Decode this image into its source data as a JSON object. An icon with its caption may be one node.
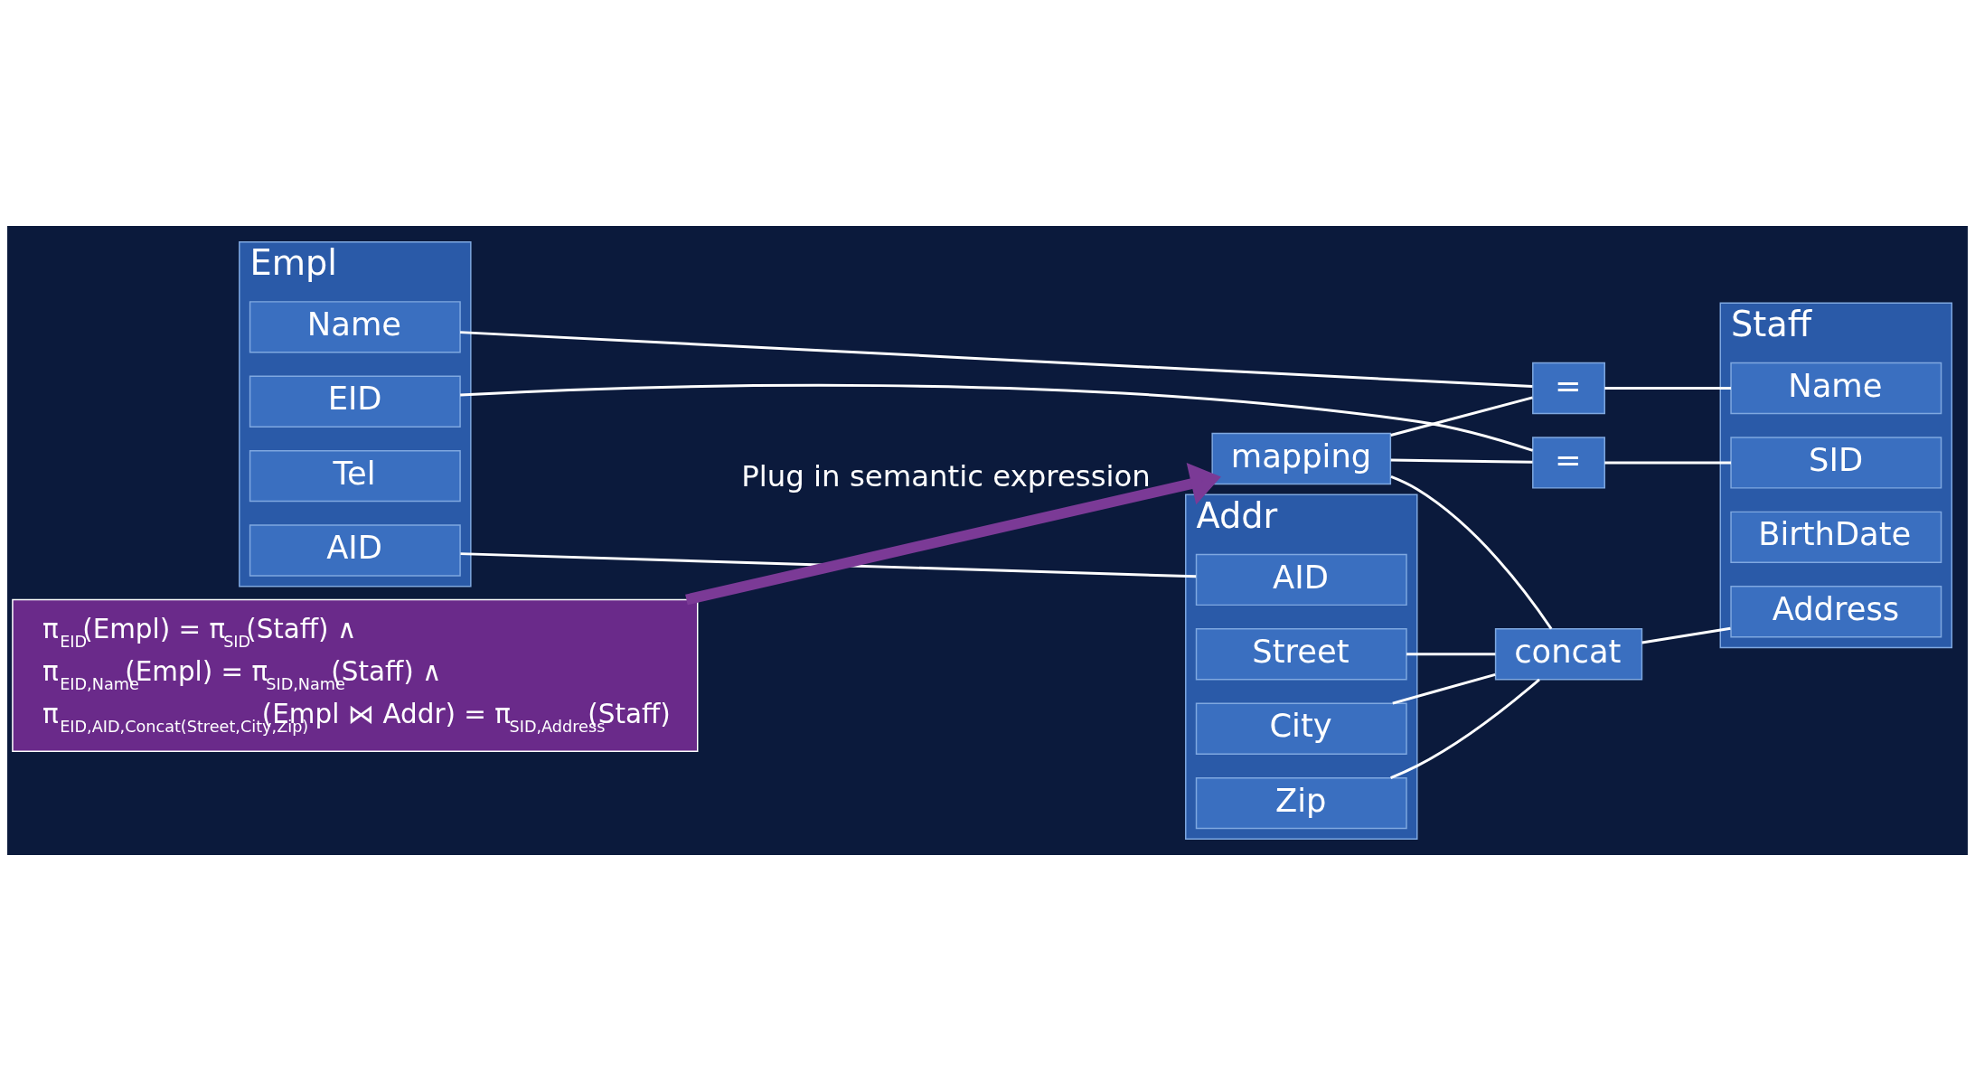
{
  "diagram": {
    "nodes": [
      {
        "text": [
          "Empl"
        ]
      },
      {
        "text": [
          "EID"
        ],
        "in": 0
      },
      {
        "text": [
          "Name"
        ],
        "in": 0
      },
      {
        "text": [
          "Tel"
        ],
        "in": 0
      },
      {
        "text": [
          "AID"
        ],
        "in": 0
      },
      {
        "text": [
          "Addr"
        ]
      },
      {
        "text": [
          "AID"
        ],
        "in": 5
      },
      {
        "text": [
          "Street"
        ],
        "in": 5
      },
      {
        "text": [
          "City"
        ],
        "in": 5
      },
      {
        "text": [
          "Zip"
        ],
        "in": 5
      },
      {
        "text": [
          "Staff"
        ]
      },
      {
        "text": [
          "SID"
        ],
        "in": 10
      },
      {
        "text": [
          "Name"
        ],
        "in": 10
      },
      {
        "text": [
          "BirthDate"
        ],
        "in": 10
      },
      {
        "text": [
          "Address"
        ],
        "in": 10
      },
      {
        "text": [
          "mapping"
        ]
      },
      {
        "text": [
          "="
        ]
      },
      {
        "text": [
          "="
        ]
      },
      {
        "text": [
          "concat"
        ]
      },
      {
        "text": [
          "π$_{EID}$(Empl) = π$_{SID}$(Staff) ∧",
          "π$_{EID,Name}$(Empl) = π$_{SID,Name}$(Staff) ∧",
          "π$_{EID,AID,Concat(Street,City,Zip)}$(Empl ⋈ Addr) = π$_{SID,Address}$(Staff)"
        ]
      }
    ],
    "edges": [
      {
        "from": 15,
        "to": 16,
        "arrow": "none"
      },
      {
        "from": 15,
        "to": 17,
        "arrow": "none"
      },
      {
        "from": 15,
        "to": 18,
        "arrow": "none"
      },
      {
        "from": 1,
        "to": 16,
        "arrow": "none"
      },
      {
        "from": 16,
        "to": 11,
        "arrow": "none"
      },
      {
        "from": 2,
        "to": 17,
        "arrow": "none"
      },
      {
        "from": 17,
        "to": 12,
        "arrow": "none"
      },
      {
        "from": 4,
        "to": 6,
        "arrow": "none"
      },
      {
        "from": 7,
        "to": 18,
        "arrow": "none"
      },
      {
        "from": 8,
        "to": 18,
        "arrow": "none"
      },
      {
        "from": 9,
        "to": 18,
        "arrow": "none"
      },
      {
        "from": 18,
        "to": 14,
        "arrow": "none"
      },
      {
        "from": 19,
        "to": 15,
        "arrow": "to",
        "label": "Plug in semantic expression",
        "style": "thick",
        "color": "#7b3a96"
      }
    ]
  }
}
